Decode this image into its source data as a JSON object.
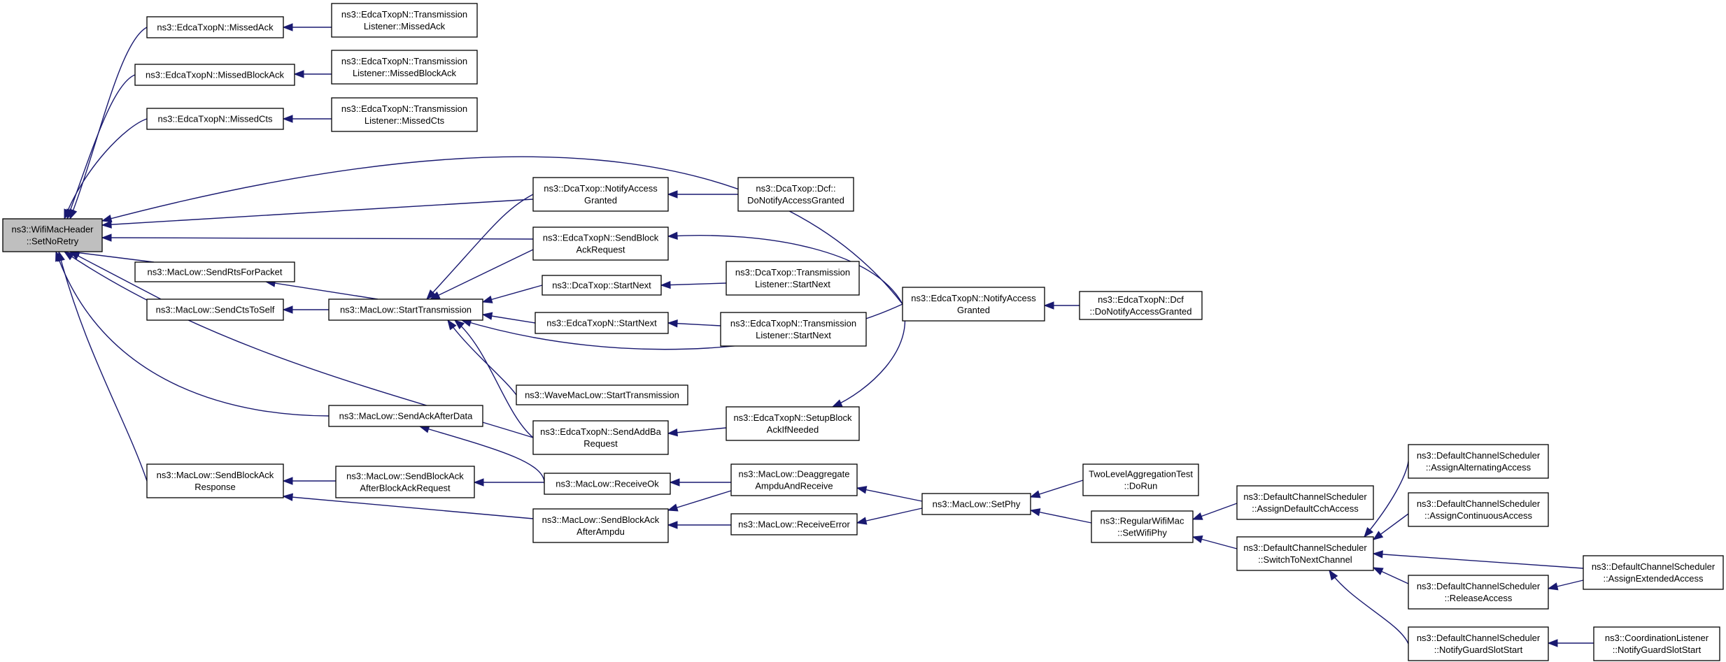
{
  "colors": {
    "edge": "#191970",
    "root_fill": "#bfbfbf",
    "node_fill": "#ffffff",
    "border": "#000000"
  },
  "nodes": {
    "root": {
      "lines": [
        "ns3::WifiMacHeader",
        "::SetNoRetry"
      ]
    },
    "eMissedAck": {
      "lines": [
        "ns3::EdcaTxopN::MissedAck"
      ]
    },
    "eMissedBA": {
      "lines": [
        "ns3::EdcaTxopN::MissedBlockAck"
      ]
    },
    "eMissedCts": {
      "lines": [
        "ns3::EdcaTxopN::MissedCts"
      ]
    },
    "tlMissedAck": {
      "lines": [
        "ns3::EdcaTxopN::Transmission",
        "Listener::MissedAck"
      ]
    },
    "tlMissedBA": {
      "lines": [
        "ns3::EdcaTxopN::Transmission",
        "Listener::MissedBlockAck"
      ]
    },
    "tlMissedCts": {
      "lines": [
        "ns3::EdcaTxopN::Transmission",
        "Listener::MissedCts"
      ]
    },
    "mlSendRts": {
      "lines": [
        "ns3::MacLow::SendRtsForPacket"
      ]
    },
    "mlSendCts": {
      "lines": [
        "ns3::MacLow::SendCtsToSelf"
      ]
    },
    "mlStartTx": {
      "lines": [
        "ns3::MacLow::StartTransmission"
      ]
    },
    "dtNotify": {
      "lines": [
        "ns3::DcaTxop::NotifyAccess",
        "Granted"
      ]
    },
    "dtDcfNotify": {
      "lines": [
        "ns3::DcaTxop::Dcf::",
        "DoNotifyAccessGranted"
      ]
    },
    "eSendBAR": {
      "lines": [
        "ns3::EdcaTxopN::SendBlock",
        "AckRequest"
      ]
    },
    "dtStartNext": {
      "lines": [
        "ns3::DcaTxop::StartNext"
      ]
    },
    "dtTlStartNext": {
      "lines": [
        "ns3::DcaTxop::Transmission",
        "Listener::StartNext"
      ]
    },
    "eStartNext": {
      "lines": [
        "ns3::EdcaTxopN::StartNext"
      ]
    },
    "eTlStartNext": {
      "lines": [
        "ns3::EdcaTxopN::Transmission",
        "Listener::StartNext"
      ]
    },
    "eNotify": {
      "lines": [
        "ns3::EdcaTxopN::NotifyAccess",
        "Granted"
      ]
    },
    "eDcfNotify": {
      "lines": [
        "ns3::EdcaTxopN::Dcf",
        "::DoNotifyAccessGranted"
      ]
    },
    "waveStartTx": {
      "lines": [
        "ns3::WaveMacLow::StartTransmission"
      ]
    },
    "mlSendAck": {
      "lines": [
        "ns3::MacLow::SendAckAfterData"
      ]
    },
    "eSendAddBa": {
      "lines": [
        "ns3::EdcaTxopN::SendAddBa",
        "Request"
      ]
    },
    "eSetupBA": {
      "lines": [
        "ns3::EdcaTxopN::SetupBlock",
        "AckIfNeeded"
      ]
    },
    "mlSendBAResp": {
      "lines": [
        "ns3::MacLow::SendBlockAck",
        "Response"
      ]
    },
    "mlSendBAAfterBAR": {
      "lines": [
        "ns3::MacLow::SendBlockAck",
        "AfterBlockAckRequest"
      ]
    },
    "mlReceiveOk": {
      "lines": [
        "ns3::MacLow::ReceiveOk"
      ]
    },
    "mlDeagg": {
      "lines": [
        "ns3::MacLow::Deaggregate",
        "AmpduAndReceive"
      ]
    },
    "mlSendBAAfterAmpdu": {
      "lines": [
        "ns3::MacLow::SendBlockAck",
        "AfterAmpdu"
      ]
    },
    "mlReceiveError": {
      "lines": [
        "ns3::MacLow::ReceiveError"
      ]
    },
    "mlSetPhy": {
      "lines": [
        "ns3::MacLow::SetPhy"
      ]
    },
    "tlaDoRun": {
      "lines": [
        "TwoLevelAggregationTest",
        "::DoRun"
      ]
    },
    "rwmSetWifiPhy": {
      "lines": [
        "ns3::RegularWifiMac",
        "::SetWifiPhy"
      ]
    },
    "dcsAssignDefault": {
      "lines": [
        "ns3::DefaultChannelScheduler",
        "::AssignDefaultCchAccess"
      ]
    },
    "dcsSwitch": {
      "lines": [
        "ns3::DefaultChannelScheduler",
        "::SwitchToNextChannel"
      ]
    },
    "dcsAssignAlt": {
      "lines": [
        "ns3::DefaultChannelScheduler",
        "::AssignAlternatingAccess"
      ]
    },
    "dcsAssignCont": {
      "lines": [
        "ns3::DefaultChannelScheduler",
        "::AssignContinuousAccess"
      ]
    },
    "dcsAssignExt": {
      "lines": [
        "ns3::DefaultChannelScheduler",
        "::AssignExtendedAccess"
      ]
    },
    "dcsRelease": {
      "lines": [
        "ns3::DefaultChannelScheduler",
        "::ReleaseAccess"
      ]
    },
    "dcsNotifyGuard": {
      "lines": [
        "ns3::DefaultChannelScheduler",
        "::NotifyGuardSlotStart"
      ]
    },
    "clNotifyGuard": {
      "lines": [
        "ns3::CoordinationListener",
        "::NotifyGuardSlotStart"
      ]
    }
  }
}
